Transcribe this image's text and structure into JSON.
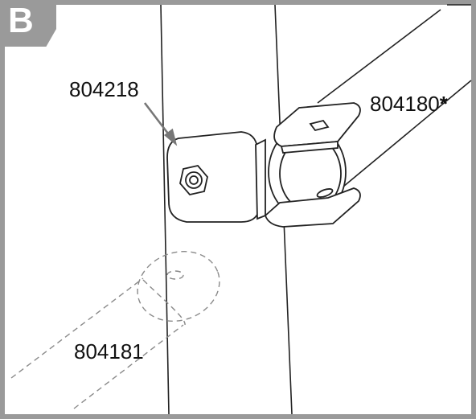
{
  "panel": {
    "letter": "B"
  },
  "callouts": {
    "bracket_part": "804218",
    "arm_part": "804180",
    "arm_marker": "*",
    "dashed_part": "804181"
  },
  "colors": {
    "frame": "#9a9a9a",
    "line": "#222222",
    "dashed": "#8a8a8a"
  }
}
